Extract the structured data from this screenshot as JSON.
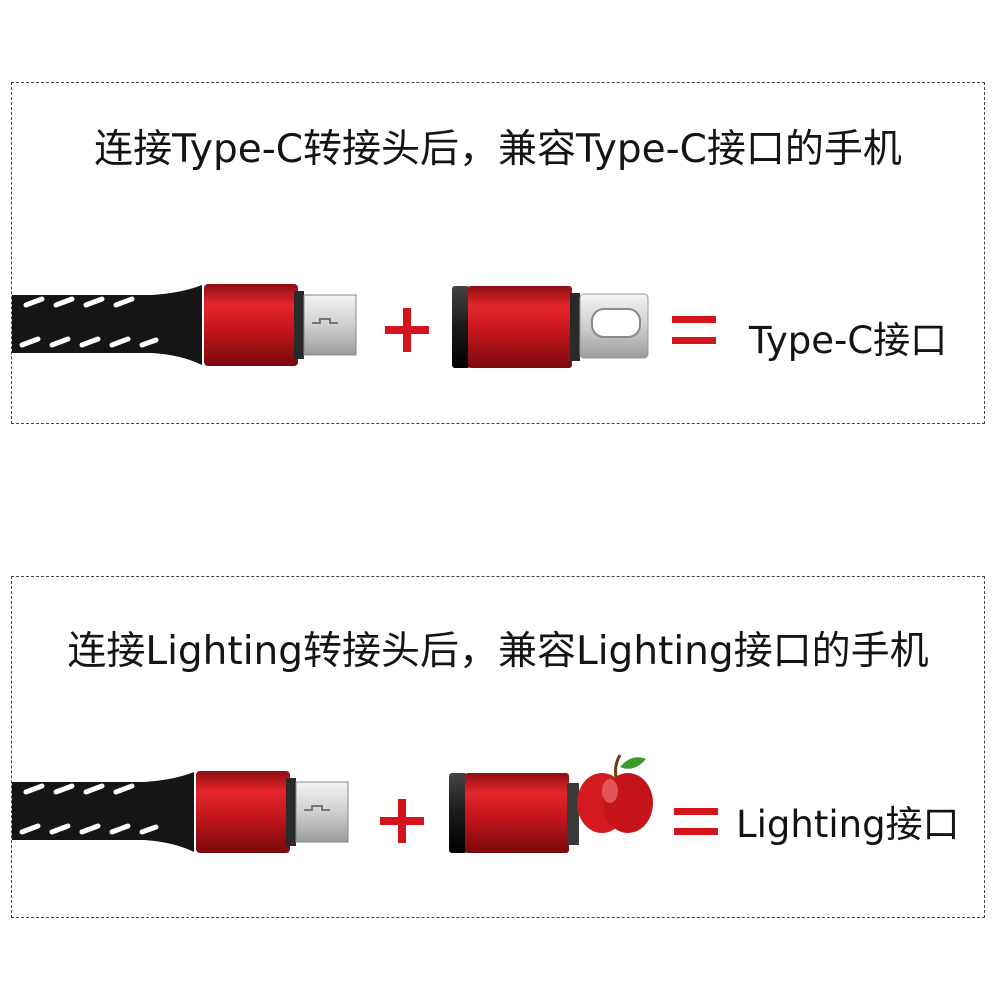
{
  "sections": [
    {
      "heading": "连接Type-C转接头后，兼容Type-C接口的手机",
      "plus": "+",
      "equals": "=",
      "result": "Type-C接口",
      "adapter_icon": "type-c-connector-icon"
    },
    {
      "heading": "连接Lighting转接头后，兼容Lighting接口的手机",
      "plus": "+",
      "equals": "=",
      "result": "Lighting接口",
      "adapter_icon": "apple-logo-icon"
    }
  ],
  "colors": {
    "accent_red": "#d3141b",
    "connector_red": "#c4161c",
    "cable_black": "#151515",
    "border": "#444444"
  }
}
